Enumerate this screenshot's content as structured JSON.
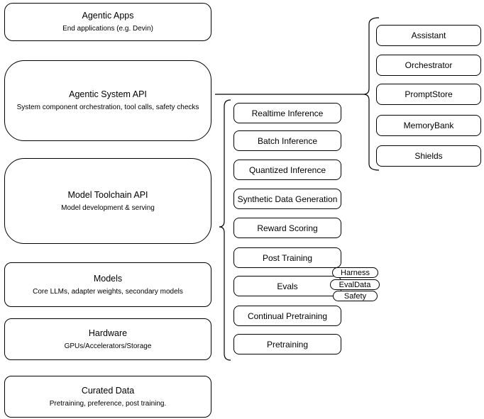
{
  "diagram": {
    "stack": [
      {
        "title": "Agentic Apps",
        "subtitle": "End applications (e.g. Devin)"
      },
      {
        "title": "Agentic System API",
        "subtitle": "System component orchestration, tool calls, safety checks"
      },
      {
        "title": "Model Toolchain API",
        "subtitle": "Model development & serving"
      },
      {
        "title": "Models",
        "subtitle": "Core LLMs, adapter weights, secondary models"
      },
      {
        "title": "Hardware",
        "subtitle": "GPUs/Accelerators/Storage"
      },
      {
        "title": "Curated Data",
        "subtitle": "Pretraining, preference, post training."
      }
    ],
    "toolchain_items": [
      "Realtime Inference",
      "Batch Inference",
      "Quantized Inference",
      "Synthetic Data Generation",
      "Reward Scoring",
      "Post Training",
      "Evals",
      "Continual Pretraining",
      "Pretraining"
    ],
    "evals_tags": [
      "Harness",
      "EvalData",
      "Safety"
    ],
    "system_components": [
      "Assistant",
      "Orchestrator",
      "PromptStore",
      "MemoryBank",
      "Shields"
    ],
    "colors": {
      "stroke": "#000000",
      "canvas": "#ffffff"
    }
  }
}
